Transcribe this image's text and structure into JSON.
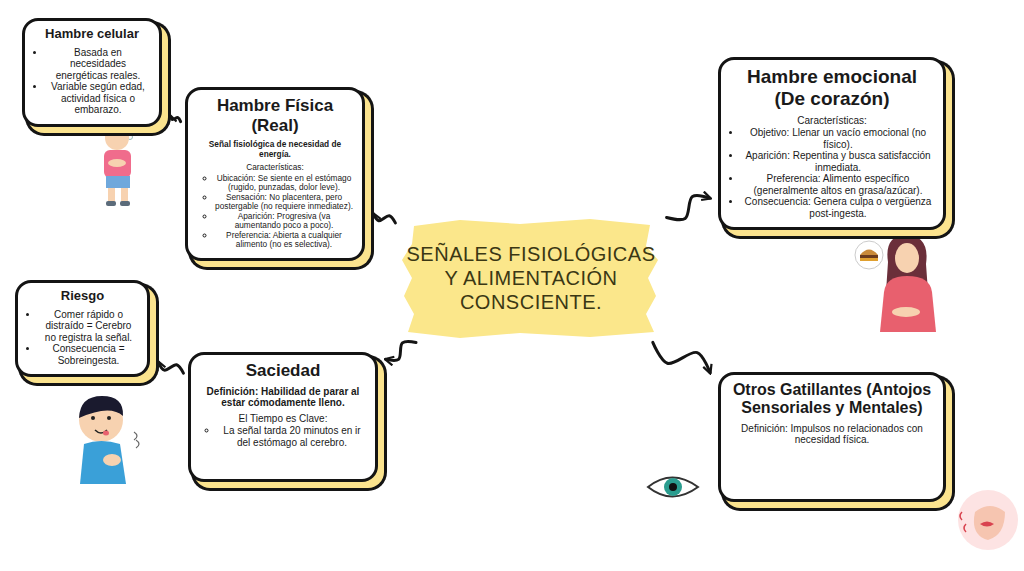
{
  "diagram": {
    "nodes": [
      {
        "text": [
          "SEÑALES FISIOLÓGICAS Y ALIMENTACIÓN CONSCIENTE."
        ]
      },
      {
        "text": [
          "Hambre Física (Real)",
          "Señal fisiológica de necesidad de energía.",
          "Características:",
          "Ubicación: Se siente en el estómago (rugido, punzadas, dolor leve).",
          "Sensación: No placentera, pero postergable (no requiere inmediatez).",
          "Aparición: Progresiva (va aumentando poco a poco).",
          "Preferencia: Abierta a cualquier alimento (no es selectiva)."
        ]
      },
      {
        "text": [
          "Hambre celular",
          "Basada en necesidades energéticas reales.",
          "Variable según edad, actividad física o embarazo."
        ]
      },
      {
        "text": [
          "Hambre emocional (De corazón)",
          "Características:",
          "Objetivo: Llenar un vacío emocional (no físico).",
          "Aparición: Repentina y busca satisfacción inmediata.",
          "Preferencia: Alimento específico (generalmente altos en grasa/azúcar).",
          "Consecuencia: Genera culpa o vergüenza post-ingesta."
        ]
      },
      {
        "text": [
          "Saciedad",
          "Definición: Habilidad de parar al estar cómodamente lleno.",
          "El Tiempo es Clave:",
          "La señal tarda 20 minutos en ir del estómago al cerebro."
        ]
      },
      {
        "text": [
          "Riesgo",
          "Comer rápido o distraído = Cerebro no registra la señal.",
          "Consecuencia = Sobreingesta."
        ]
      },
      {
        "text": [
          "Otros Gatillantes (Antojos Sensoriales y Mentales)",
          "Definición: Impulsos no relacionados con necesidad física."
        ]
      }
    ],
    "edges": [
      {
        "from": 0,
        "to": 1,
        "arrow": "to"
      },
      {
        "from": 1,
        "to": 2,
        "arrow": "to"
      },
      {
        "from": 0,
        "to": 3,
        "arrow": "to"
      },
      {
        "from": 0,
        "to": 4,
        "arrow": "to"
      },
      {
        "from": 4,
        "to": 5,
        "arrow": "to"
      },
      {
        "from": 0,
        "to": 6,
        "arrow": "to"
      }
    ]
  }
}
